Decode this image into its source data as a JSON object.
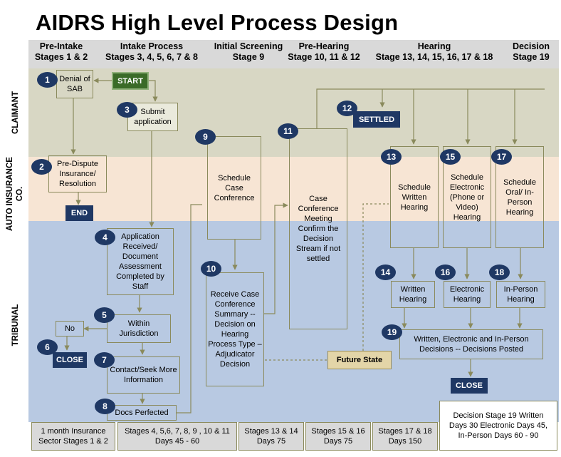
{
  "title": "AIDRS High Level Process Design",
  "stages": [
    {
      "line1": "Pre-Intake",
      "line2": "Stages 1 & 2"
    },
    {
      "line1": "Intake  Process",
      "line2": "Stages 3, 4, 5, 6, 7 & 8"
    },
    {
      "line1": "Initial Screening",
      "line2": "Stage 9"
    },
    {
      "line1": "Pre-Hearing",
      "line2": "Stage 10, 11 & 12"
    },
    {
      "line1": "Hearing",
      "line2": "Stage 13, 14, 15, 16, 17 & 18"
    },
    {
      "line1": "Decision",
      "line2": "Stage 19"
    }
  ],
  "lanes": {
    "claimant": "CLAIMANT",
    "auto": "AUTO INSURANCE CO.",
    "tribunal": "TRIBUNAL"
  },
  "badges": [
    "1",
    "2",
    "3",
    "4",
    "5",
    "6",
    "7",
    "8",
    "9",
    "10",
    "11",
    "12",
    "13",
    "14",
    "15",
    "16",
    "17",
    "18",
    "19"
  ],
  "boxes": {
    "b1": "Denial of SAB",
    "b2": "Pre-Dispute Insurance/ Resolution",
    "b3": "Submit application",
    "b4": "Application Received/ Document Assessment Completed by Staff",
    "b5": "Within Jurisdiction",
    "b5no": "No",
    "b7": "Contact/Seek More Information",
    "b8": "Docs Perfected",
    "b9": "Schedule Case Conference",
    "b10": "Receive Case Conference Summary  -- Decision on Hearing Process Type – Adjudicator Decision",
    "b11": "Case Conference Meeting Confirm the Decision Stream  if not settled",
    "b13": "Schedule Written Hearing",
    "b14": "Written Hearing",
    "b15": "Schedule Electronic (Phone or Video) Hearing",
    "b16": "Electronic Hearing",
    "b17": "Schedule Oral/ In-Person Hearing",
    "b18": "In-Person Hearing",
    "b19": "Written,  Electronic and In-Person Decisions --  Decisions Posted"
  },
  "terminals": {
    "start": "START",
    "end": "END",
    "close6": "CLOSE",
    "settled": "SETTLED",
    "close19": "CLOSE",
    "future": "Future State"
  },
  "footer": [
    "1 month Insurance Sector  Stages 1 & 2",
    "Stages 4, 5,6, 7, 8, 9 , 10 & 11 Days 45 - 60",
    "Stages 13 & 14 Days  75",
    "Stages 15 & 16 Days  75",
    "Stages 17 & 18 Days  150"
  ],
  "decision_summary": "Decision Stage 19 Written Days 30 Electronic  Days 45, In-Person Days  60 - 90"
}
